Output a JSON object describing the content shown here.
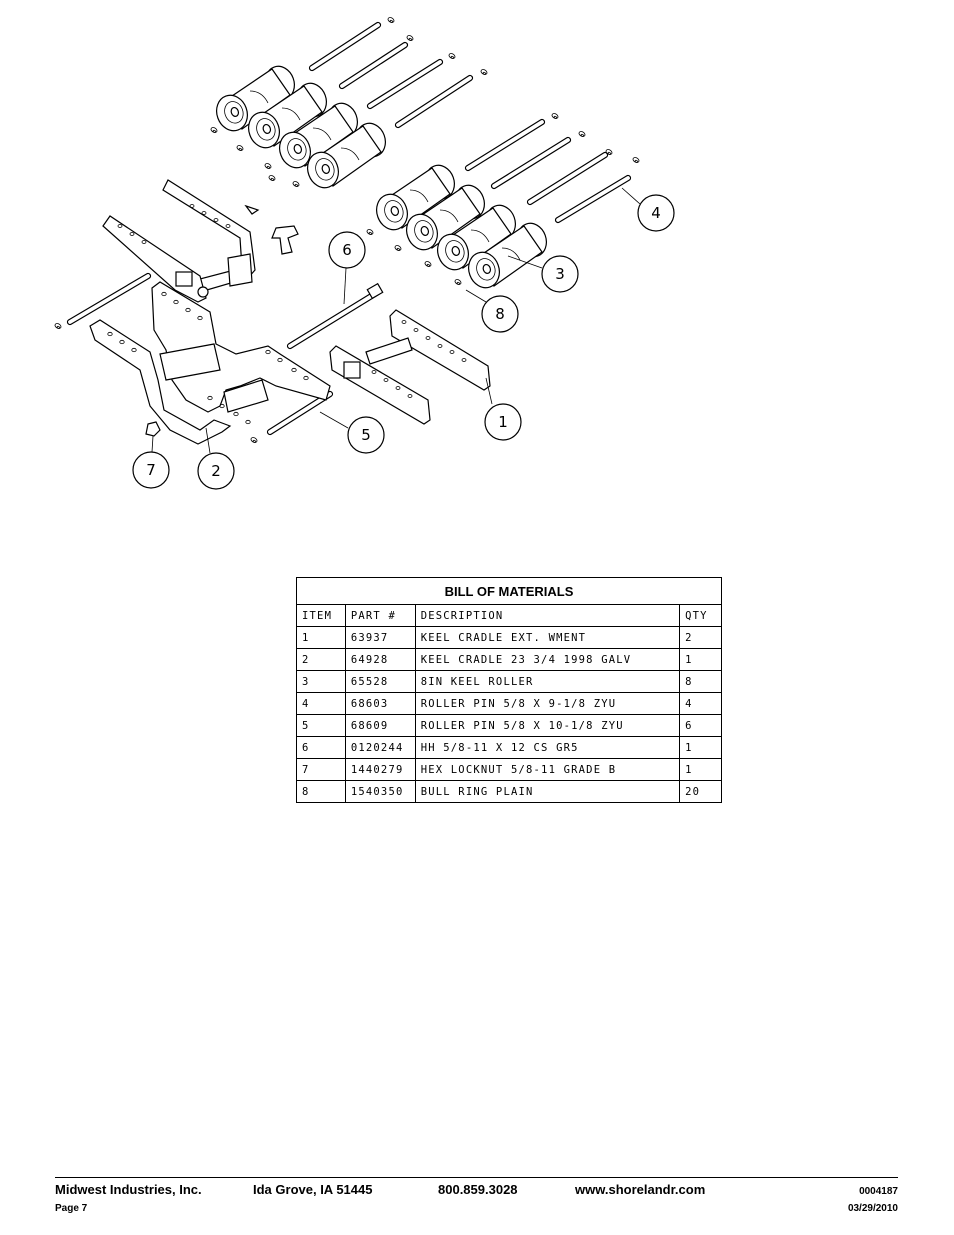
{
  "callouts": [
    "1",
    "2",
    "3",
    "4",
    "5",
    "6",
    "7",
    "8"
  ],
  "bom": {
    "title": "BILL OF MATERIALS",
    "headers": [
      "ITEM",
      "PART #",
      "DESCRIPTION",
      "QTY"
    ],
    "rows": [
      [
        "1",
        "63937",
        "KEEL CRADLE EXT. WMENT",
        "2"
      ],
      [
        "2",
        "64928",
        "KEEL CRADLE 23 3/4 1998 GALV",
        "1"
      ],
      [
        "3",
        "65528",
        "8IN KEEL ROLLER",
        "8"
      ],
      [
        "4",
        "68603",
        "ROLLER PIN 5/8 X 9-1/8 ZYU",
        "4"
      ],
      [
        "5",
        "68609",
        "ROLLER PIN 5/8 X 10-1/8 ZYU",
        "6"
      ],
      [
        "6",
        "0120244",
        "HH 5/8-11 X 12 CS GR5",
        "1"
      ],
      [
        "7",
        "1440279",
        "HEX LOCKNUT 5/8-11 GRADE B",
        "1"
      ],
      [
        "8",
        "1540350",
        "BULL RING PLAIN",
        "20"
      ]
    ]
  },
  "footer": {
    "company": "Midwest Industries, Inc.",
    "city": "Ida Grove, IA  51445",
    "phone": "800.859.3028",
    "website": "www.shorelandr.com",
    "doc_number": "0004187",
    "page": "Page 7",
    "date": "03/29/2010"
  }
}
